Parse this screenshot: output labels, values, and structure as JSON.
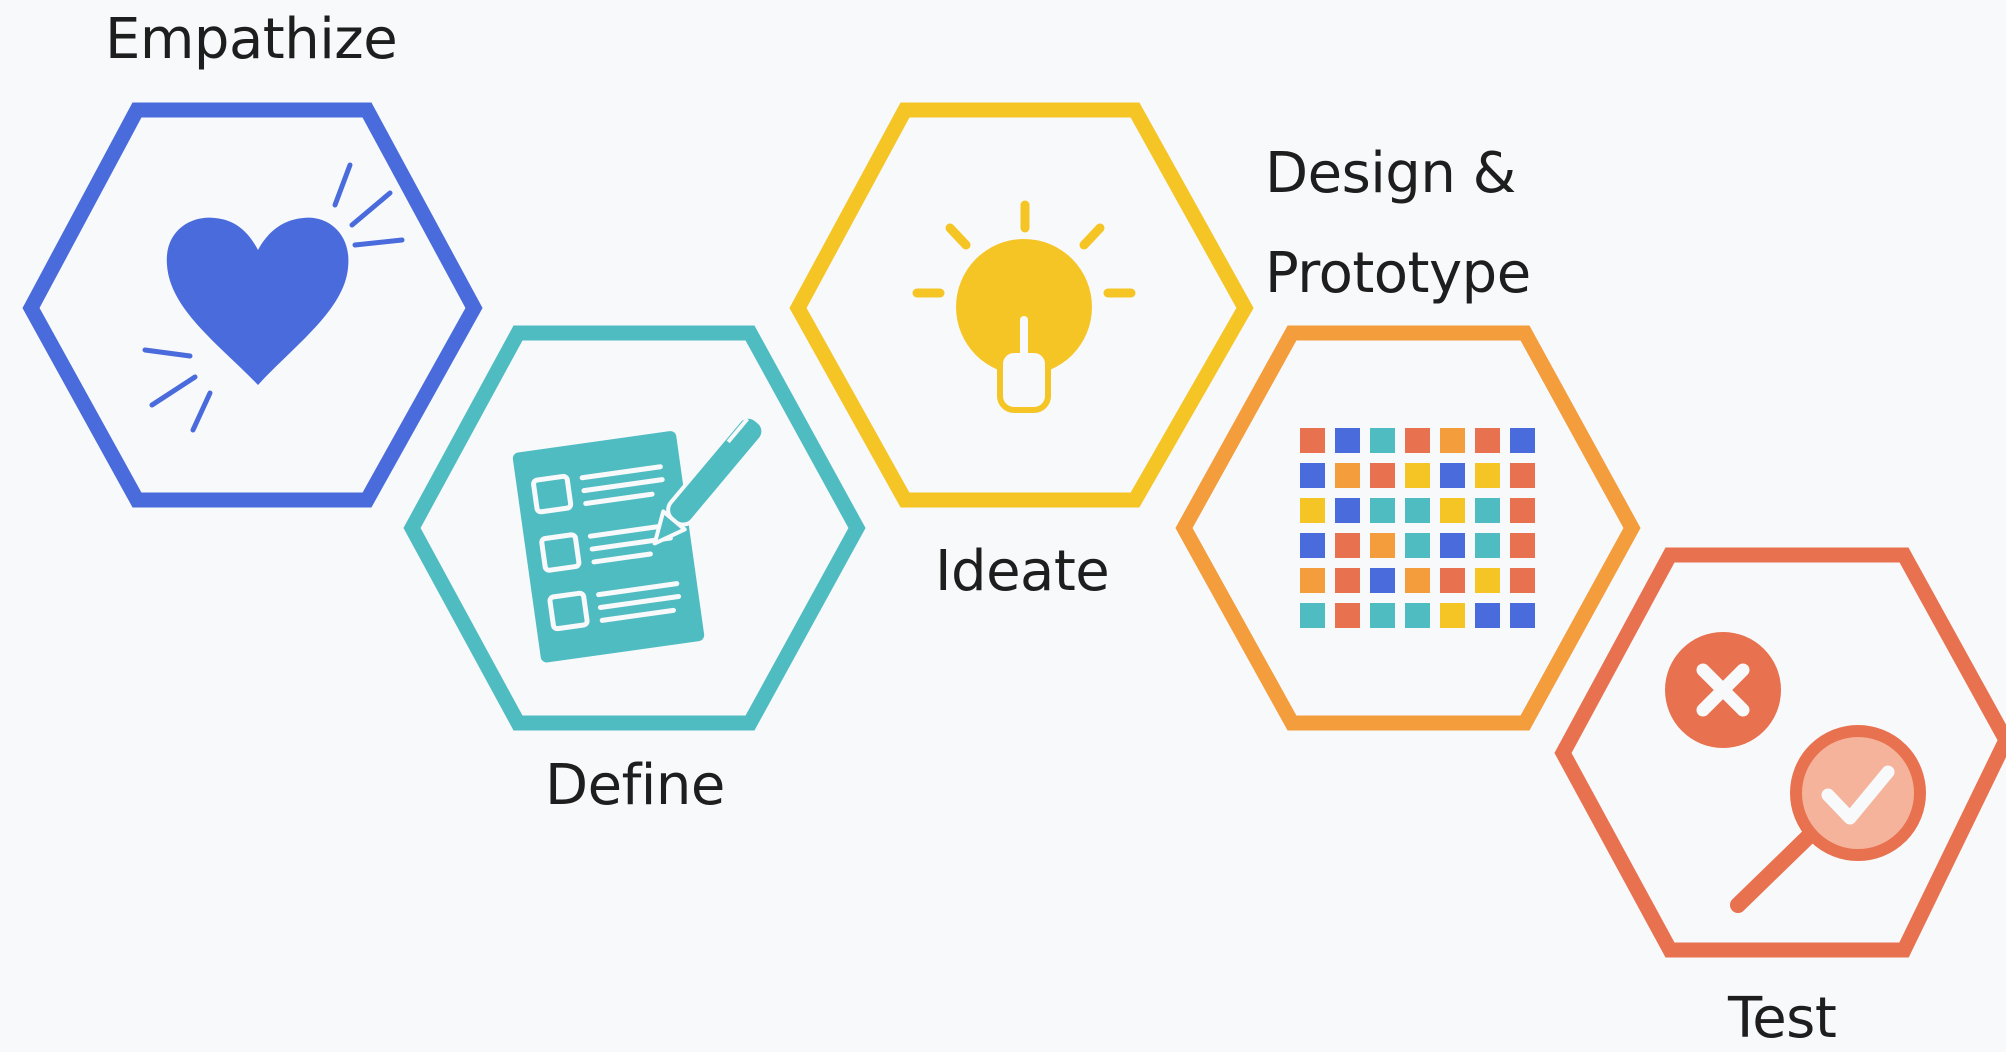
{
  "stages": [
    {
      "id": "empathize",
      "label": "Empathize",
      "color": "#4a6bdb",
      "icon": "heart-icon"
    },
    {
      "id": "define",
      "label": "Define",
      "color": "#4fbcc2",
      "icon": "checklist-pen-icon"
    },
    {
      "id": "ideate",
      "label": "Ideate",
      "color": "#f5c526",
      "icon": "lightbulb-icon"
    },
    {
      "id": "design-prototype",
      "label_lines": [
        "Design &",
        "Prototype"
      ],
      "color": "#f49d3c",
      "icon": "color-grid-icon"
    },
    {
      "id": "test",
      "label": "Test",
      "color": "#e8714f",
      "icon": "error-and-verify-magnifier-icon"
    }
  ],
  "grid_palette": [
    "#e8714f",
    "#4a6bdb",
    "#4fbcc2",
    "#f49d3c",
    "#f5c526"
  ]
}
